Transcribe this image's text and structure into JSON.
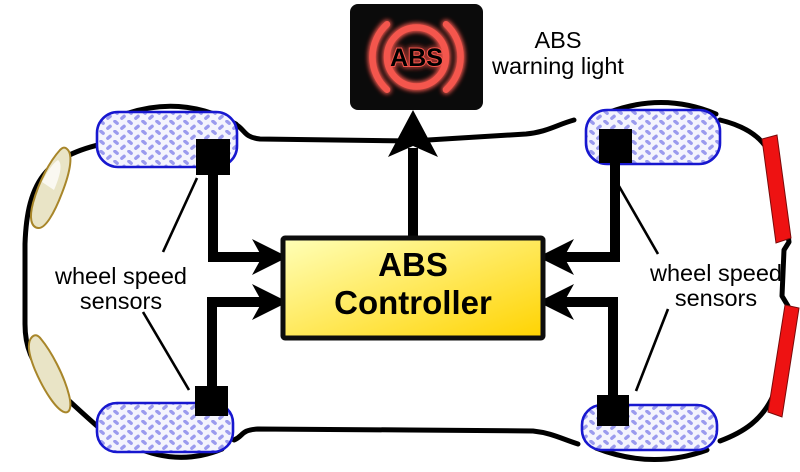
{
  "labels": {
    "warning_light_line1": "ABS",
    "warning_light_line2": "warning light",
    "warning_icon_text": "ABS",
    "controller_line1": "ABS",
    "controller_line2": "Controller",
    "left_sensors_line1": "wheel speed",
    "left_sensors_line2": "sensors",
    "right_sensors_line1": "wheel speed",
    "right_sensors_line2": "sensors"
  },
  "colors": {
    "background": "#ffffff",
    "outline": "#000000",
    "wire": "#000000",
    "sensor": "#000000",
    "tire_fill": "#f4f4fd",
    "tire_stroke": "#1717cf",
    "tire_tread": "#9b9bee",
    "controller_gradient_top": "#ffffb8",
    "controller_gradient_bottom": "#ffd300",
    "controller_border": "#0d0d0d",
    "warning_box": "#0b0b0b",
    "warning_red": "#f4564d",
    "warning_text_fill": "#2b0502",
    "tail_light": "#ee1212",
    "headlight_fill": "#e9e4c6",
    "headlight_stroke": "#a8862a"
  }
}
